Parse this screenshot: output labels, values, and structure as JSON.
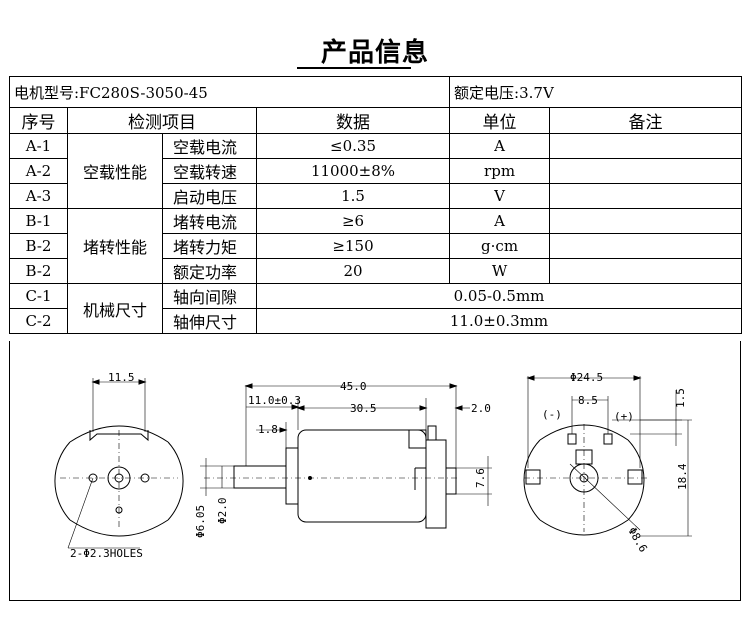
{
  "title": "产品信息",
  "motor": {
    "model_label": "电机型号:FC280S-3050-45",
    "rated_voltage_label": "额定电压:3.7V"
  },
  "headers": {
    "seq": "序号",
    "test_item": "检测项目",
    "data": "数据",
    "unit": "单位",
    "remark": "备注"
  },
  "groups": {
    "noload": "空载性能",
    "stall": "堵转性能",
    "mechanical": "机械尺寸"
  },
  "rows": [
    {
      "seq": "A-1",
      "item": "空载电流",
      "data": "≤0.35",
      "unit": "A"
    },
    {
      "seq": "A-2",
      "item": "空载转速",
      "data": "11000±8%",
      "unit": "rpm"
    },
    {
      "seq": "A-3",
      "item": "启动电压",
      "data": "1.5",
      "unit": "V"
    },
    {
      "seq": "B-1",
      "item": "堵转电流",
      "data": "≥6",
      "unit": "A"
    },
    {
      "seq": "B-2",
      "item": "堵转力矩",
      "data": "≥150",
      "unit": "g·cm"
    },
    {
      "seq": "B-2",
      "item": "额定功率",
      "data": "20",
      "unit": "W"
    },
    {
      "seq": "C-1",
      "item": "轴向间隙",
      "data": "0.05-0.5mm"
    },
    {
      "seq": "C-2",
      "item": "轴伸尺寸",
      "data": "11.0±0.3mm"
    }
  ],
  "drawing": {
    "front_width": "11.5",
    "holes": "2-Φ2.3HOLES",
    "total_length": "45.0",
    "shaft_length": "11.0±0.3",
    "body_length": "30.5",
    "end_offset": "2.0",
    "boss_length": "1.8",
    "boss_dia": "Φ6.05",
    "shaft_dia": "Φ2.0",
    "flange_height": "7.6",
    "rear_dia": "Φ24.5",
    "terminal_pitch": "8.5",
    "terminal_height": "1.5",
    "body_height": "18.4",
    "hub_dia": "Φ8.6",
    "minus": "(-)",
    "plus": "(+)"
  }
}
